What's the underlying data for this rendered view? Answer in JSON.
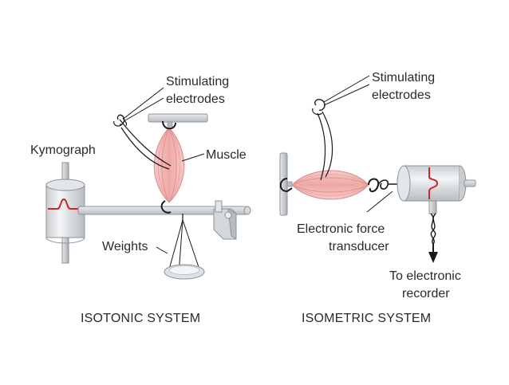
{
  "isotonic": {
    "label_stimulating": "Stimulating",
    "label_electrodes": "electrodes",
    "label_kymograph": "Kymograph",
    "label_muscle": "Muscle",
    "label_weights": "Weights",
    "caption": "ISOTONIC SYSTEM"
  },
  "isometric": {
    "label_stimulating": "Stimulating",
    "label_electrodes": "electrodes",
    "label_transducer_1": "Electronic force",
    "label_transducer_2": "transducer",
    "label_recorder_1": "To electronic",
    "label_recorder_2": "recorder",
    "caption": "ISOMETRIC SYSTEM"
  },
  "colors": {
    "muscle_fill": "#f2b8b6",
    "muscle_stroke": "#d98a88",
    "trace": "#d0232d",
    "metal_light": "#eceef0",
    "metal_mid": "#c9cdd1",
    "metal_dark": "#8e9398",
    "line": "#1a1a1a"
  }
}
